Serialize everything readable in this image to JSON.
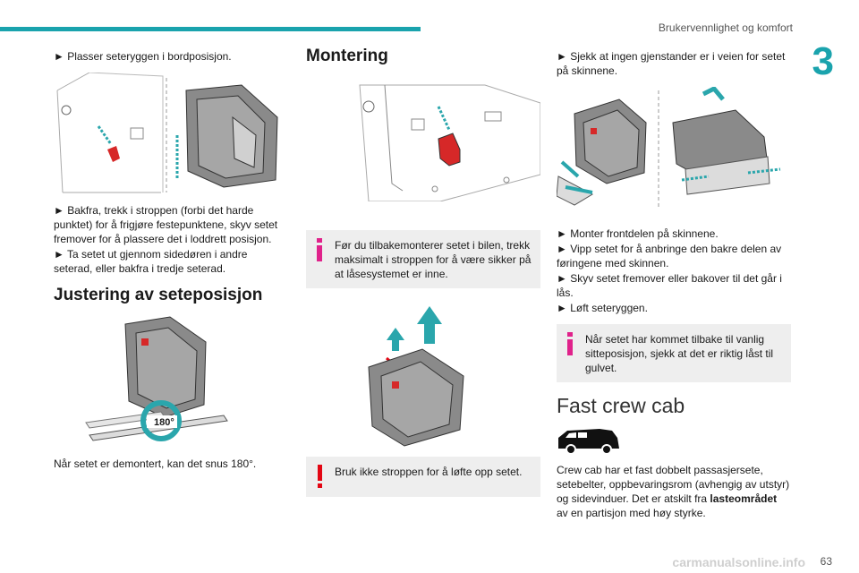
{
  "header": {
    "title": "Brukervennlighet og komfort",
    "chapter": "3",
    "page": "63"
  },
  "watermark": "carmanualsonline.info",
  "col1": {
    "p1": "► Plasser seteryggen i bordposisjon.",
    "p2": "► Bakfra, trekk i stroppen (forbi det harde punktet) for å frigjøre festepunktene, skyv setet fremover for å plassere det i loddrett posisjon.",
    "p3": "► Ta setet ut gjennom sidedøren i andre seterad, eller bakfra i tredje seterad.",
    "h_justering": "Justering av seteposisjon",
    "rotation_label": "180°",
    "p4": "Når setet er demontert, kan det snus 180°."
  },
  "col2": {
    "h_montering": "Montering",
    "note_info": "Før du tilbakemonterer setet i bilen, trekk maksimalt i stroppen for å være sikker på at låsesystemet er inne.",
    "note_warning": "Bruk ikke stroppen for å løfte opp setet."
  },
  "col3": {
    "p1": "► Sjekk at ingen gjenstander er i veien for setet på skinnene.",
    "p2": "► Monter frontdelen på skinnene.",
    "p3": "► Vipp setet for å anbringe den bakre delen av føringene med skinnen.",
    "p4": "► Skyv setet fremover eller bakover til det går i lås.",
    "p5": "► Løft seteryggen.",
    "note_info": "Når setet har kommet tilbake til vanlig sitteposisjon, sjekk at det er riktig låst til gulvet.",
    "h_fast": "Fast crew cab",
    "p6_part1": "Crew cab har et fast dobbelt passasjersete, setebelter, oppbevaringsrom (avhengig av utstyr) og sidevinduer. Det er atskilt fra ",
    "p6_bold": "lasteområdet",
    "p6_part2": " av en partisjon med høy styrke."
  },
  "colors": {
    "accent": "#1aa3ad",
    "note_bg": "#eeeeee",
    "warning": "#e30613",
    "info": "#e0228b",
    "red_part": "#d62828"
  }
}
